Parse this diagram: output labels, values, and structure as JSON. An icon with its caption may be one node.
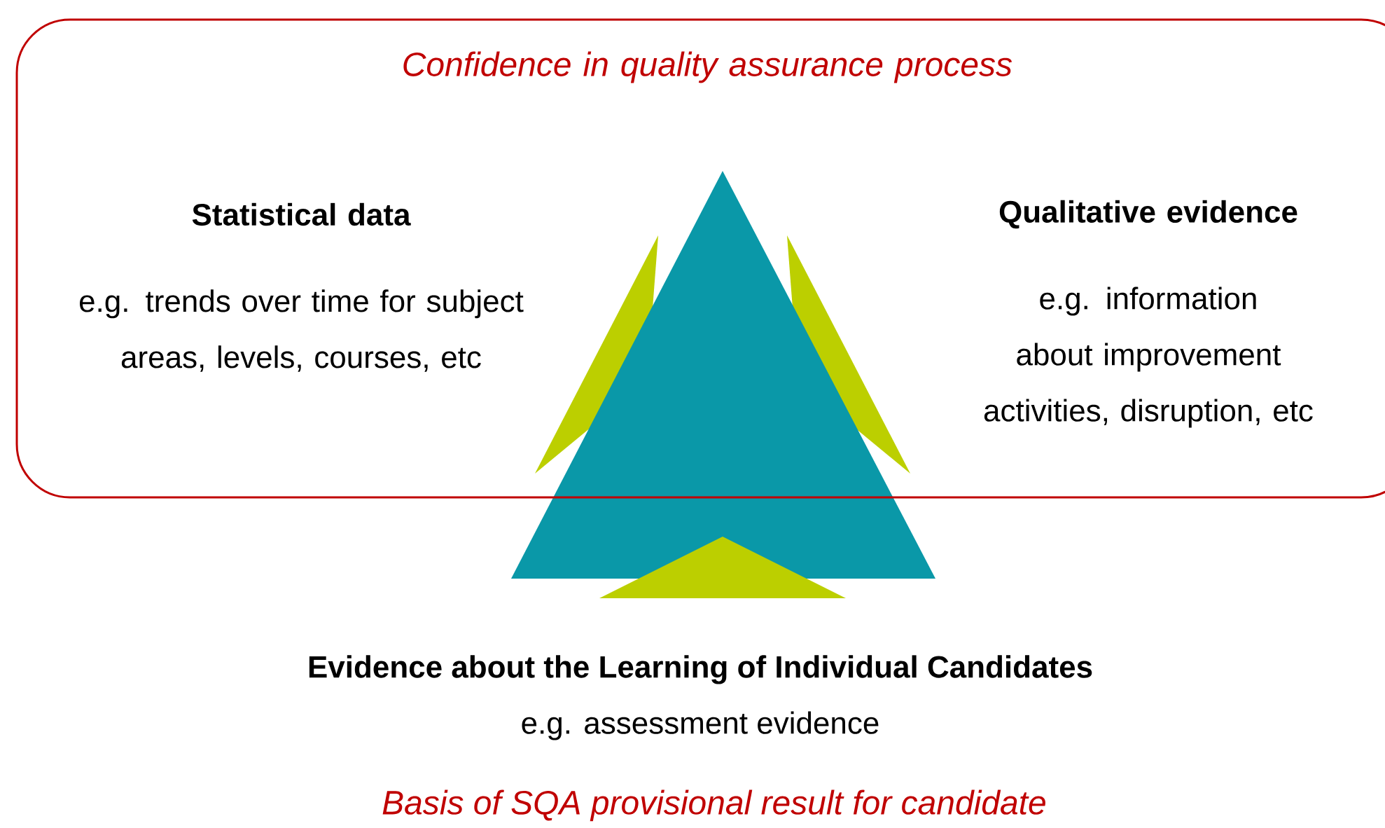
{
  "diagram": {
    "nodes": [
      {
        "text": [
          "Confidence in quality assurance process",
          "Statistical data",
          "e.g. trends over time for subject areas, levels, courses, etc",
          "Qualitative evidence",
          "e.g. information about improvement activities, disruption, etc"
        ]
      }
    ],
    "labels": [
      "Evidence about the Learning of Individual Candidates",
      "e.g. assessment evidence",
      "Basis of SQA provisional result for candidate"
    ]
  }
}
